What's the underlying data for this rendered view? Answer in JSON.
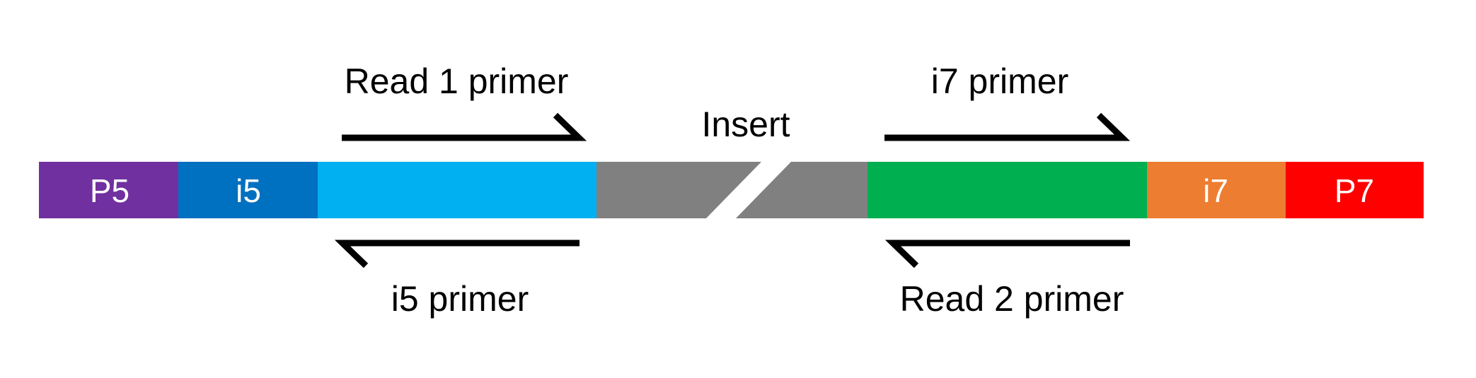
{
  "segments": {
    "p5": {
      "label": "P5",
      "color": "#7030A0"
    },
    "i5": {
      "label": "i5",
      "color": "#0070C0"
    },
    "read1": {
      "label": "",
      "color": "#00B0F0"
    },
    "insert": {
      "label": "",
      "color": "#808080"
    },
    "read2": {
      "label": "",
      "color": "#00B050"
    },
    "i7": {
      "label": "i7",
      "color": "#ED7D31"
    },
    "p7": {
      "label": "P7",
      "color": "#FF0000"
    }
  },
  "insert_label": "Insert",
  "primers": {
    "read1": {
      "label": "Read 1 primer",
      "direction": "right"
    },
    "i7": {
      "label": "i7 primer",
      "direction": "right"
    },
    "i5": {
      "label": "i5 primer",
      "direction": "left"
    },
    "read2": {
      "label": "Read 2 primer",
      "direction": "left"
    }
  }
}
